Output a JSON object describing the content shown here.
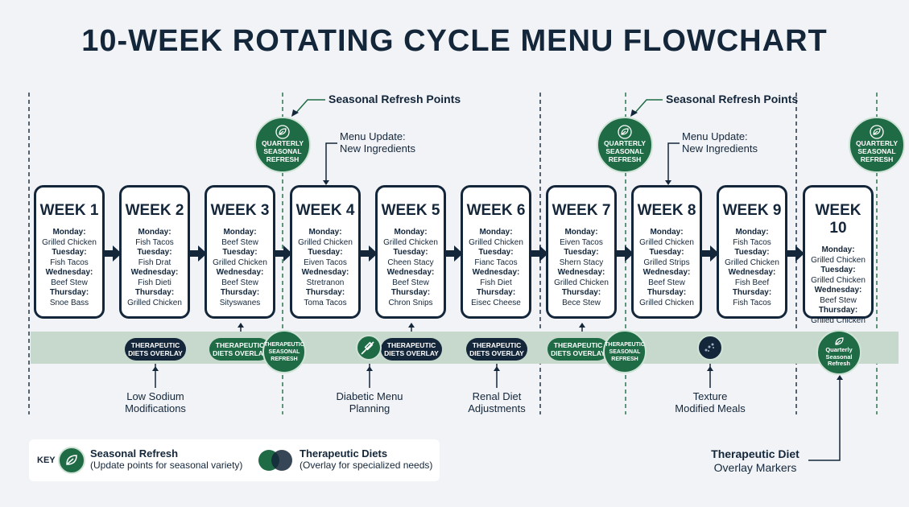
{
  "title": "10-WEEK ROTATING CYCLE MENU FLOWCHART",
  "weeks": [
    {
      "label": "WEEK 1",
      "days": [
        [
          "Monday:",
          "Grilled Chicken"
        ],
        [
          "Tuesday:",
          "Fish Tacos"
        ],
        [
          "Wednesday:",
          "Beef Stew"
        ],
        [
          "Thursday:",
          "Snoe Bass"
        ]
      ]
    },
    {
      "label": "WEEK 2",
      "days": [
        [
          "Monday:",
          "Fish Tacos"
        ],
        [
          "Tuesday:",
          "Fish Drat"
        ],
        [
          "Wednesday:",
          "Fish Dieti"
        ],
        [
          "Thursday:",
          "Grilled Chicken"
        ]
      ]
    },
    {
      "label": "WEEK 3",
      "days": [
        [
          "Monday:",
          "Beef Stew"
        ],
        [
          "Tuesday:",
          "Grilled Chicken"
        ],
        [
          "Wednesday:",
          "Beef Stew"
        ],
        [
          "Thursday:",
          "Sityswanes"
        ]
      ]
    },
    {
      "label": "WEEK 4",
      "days": [
        [
          "Monday:",
          "Grilled Chicken"
        ],
        [
          "Tuesday:",
          "Eiven Tacos"
        ],
        [
          "Wednesday:",
          "Stretranon"
        ],
        [
          "Thursday:",
          "Toma Tacos"
        ]
      ]
    },
    {
      "label": "WEEK 5",
      "days": [
        [
          "Monday:",
          "Grilled Chicken"
        ],
        [
          "Tuesday:",
          "Cheen Stacy"
        ],
        [
          "Wednesday:",
          "Beef Stew"
        ],
        [
          "Thursday:",
          "Chron Snips"
        ]
      ]
    },
    {
      "label": "WEEK 6",
      "days": [
        [
          "Monday:",
          "Grilled Chicken"
        ],
        [
          "Tuesday:",
          "Fianc Tacos"
        ],
        [
          "Wednesday:",
          "Fish Diet"
        ],
        [
          "Thursday:",
          "Eisec Cheese"
        ]
      ]
    },
    {
      "label": "WEEK 7",
      "days": [
        [
          "Monday:",
          "Eiven Tacos"
        ],
        [
          "Tuesday:",
          "Shern Stacy"
        ],
        [
          "Wednesday:",
          "Grilled Chicken"
        ],
        [
          "Thursday:",
          "Bece Stew"
        ]
      ]
    },
    {
      "label": "WEEK 8",
      "days": [
        [
          "Monday:",
          "Grilled Chicken"
        ],
        [
          "Tuesday:",
          "Grilled Strips"
        ],
        [
          "Wednesday:",
          "Beef Stew"
        ],
        [
          "Thursday:",
          "Grilled Chicken"
        ]
      ]
    },
    {
      "label": "WEEK 9",
      "days": [
        [
          "Monday:",
          "Fish Tacos"
        ],
        [
          "Tuesday:",
          "Grilled Chicken"
        ],
        [
          "Wednesday:",
          "Fish Beef"
        ],
        [
          "Thursday:",
          "Fish Tacos"
        ]
      ]
    },
    {
      "label": "WEEK 10",
      "days": [
        [
          "Monday:",
          "Grilled Chicken"
        ],
        [
          "Tuesday:",
          "Grilled Chicken"
        ],
        [
          "Wednesday:",
          "Beef Stew"
        ],
        [
          "Thursday:",
          "Grilled Chicken"
        ]
      ]
    }
  ],
  "seasonal_refresh_points": "Seasonal Refresh Points",
  "menu_update_title": "Menu Update:",
  "menu_update_sub": "New Ingredients",
  "quarterly_l1": "QUARTERLY",
  "quarterly_l2": "SEASONAL",
  "quarterly_l3": "REFRESH",
  "quarterly_small_1": "Quarterly",
  "quarterly_small_2": "Seasonal",
  "quarterly_small_3": "Refresh",
  "overlay_l1": "THERAPEUTIC",
  "overlay_l2": "DIETS OVERLAY",
  "therap_seasonal_l1": "THERAPEUTIC",
  "therap_seasonal_l2": "SEASONAL",
  "therap_seasonal_l3": "REFRESH",
  "callouts": {
    "low_sodium_1": "Low Sodium",
    "low_sodium_2": "Modifications",
    "diabetic_1": "Diabetic Menu",
    "diabetic_2": "Planning",
    "renal_1": "Renal Diet",
    "renal_2": "Adjustments",
    "texture_1": "Texture",
    "texture_2": "Modified Meals",
    "overlay_markers_1": "Therapeutic Diet",
    "overlay_markers_2": "Overlay Markers"
  },
  "key": {
    "label": "KEY",
    "seasonal_title": "Seasonal Refresh",
    "seasonal_desc": "(Update points for seasonal variety)",
    "therapeutic_title": "Therapeutic Diets",
    "therapeutic_desc": "(Overlay for specialized needs)"
  },
  "colors": {
    "navy": "#14263a",
    "green": "#1e6b45",
    "band": "#c7d9cd"
  },
  "icons": [
    "leaf-icon",
    "syringe-icon",
    "texture-icon",
    "arrow-right-icon"
  ]
}
